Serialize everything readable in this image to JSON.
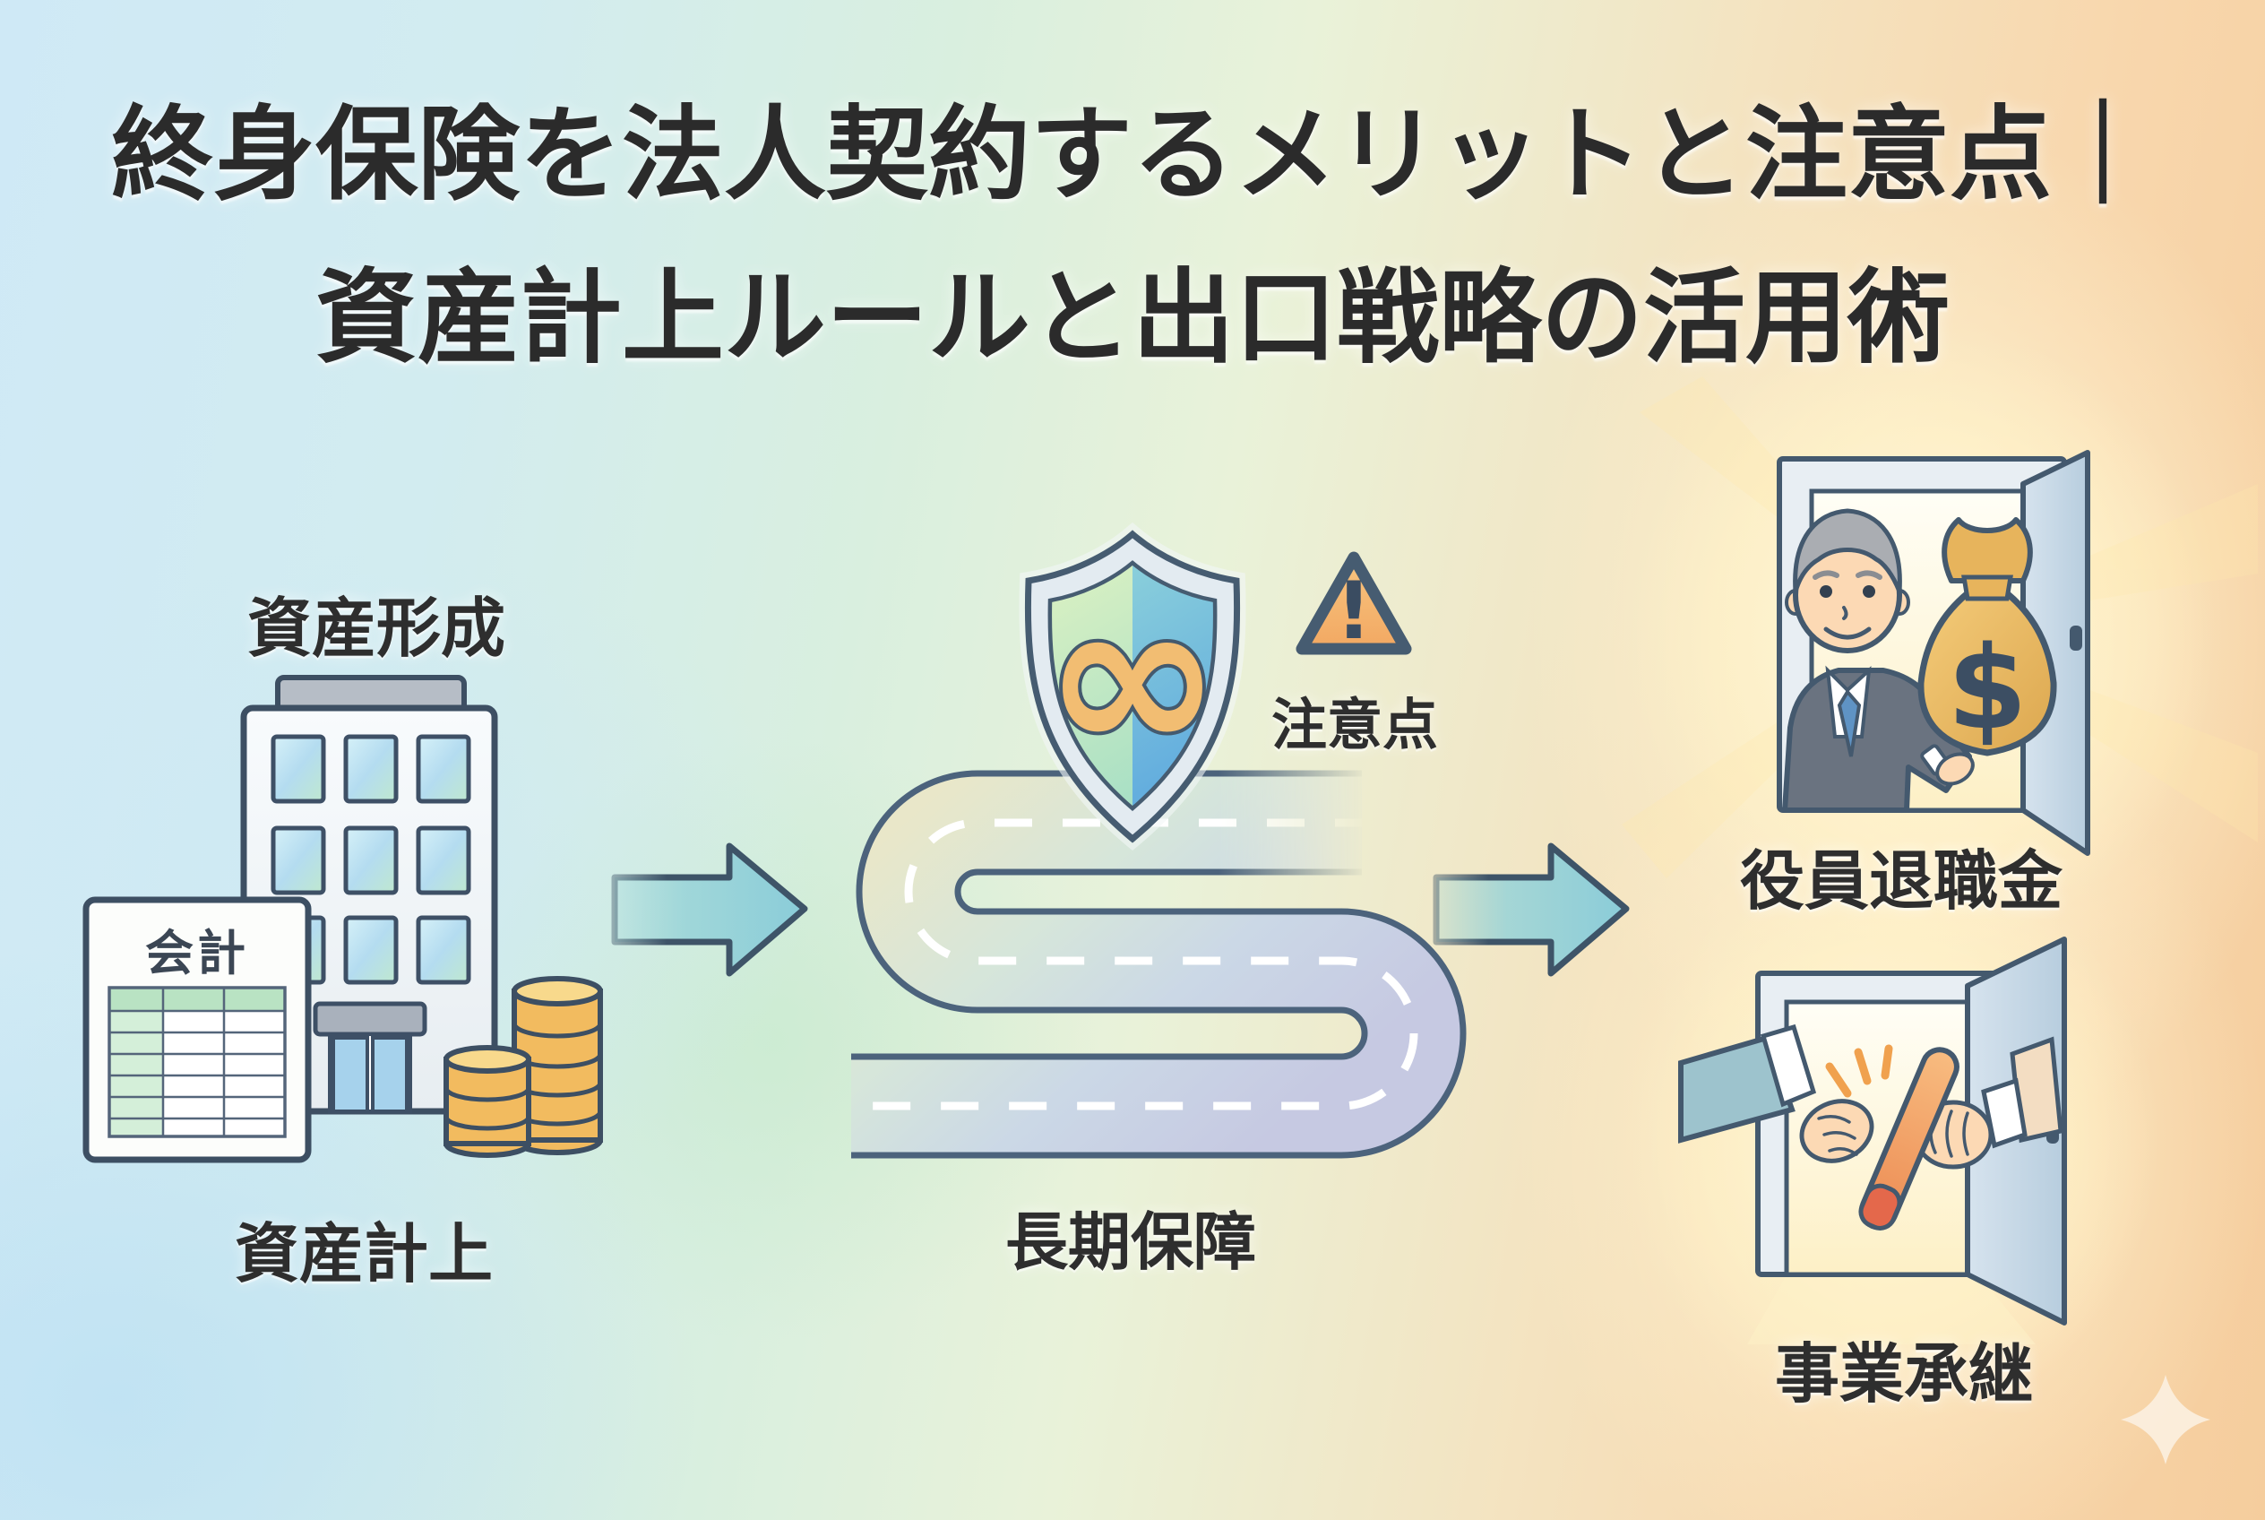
{
  "title": {
    "line1": "終身保険を法人契約するメリットと注意点｜",
    "line2": "資産計上ルールと出口戦略の活用術"
  },
  "asset": {
    "label_top": "資産形成",
    "label_bottom": "資産計上",
    "document_title": "会計"
  },
  "protection": {
    "caution_label": "注意点",
    "caution_mark": "!",
    "infinity_mark": "∞",
    "label": "長期保障"
  },
  "exit": {
    "retirement_label": "役員退職金",
    "succession_label": "事業承継",
    "dollar_mark": "$"
  },
  "colors": {
    "title_text": "#2b2b2b",
    "outline_slate": "#44596e",
    "arrow_teal": "#8ecfd4",
    "coin_gold": "#f2bb5f",
    "warning_orange": "#f5b268",
    "shield_green": "#cdeabc",
    "shield_blue": "#6fb9dc",
    "road_lavender": "#c6c9e2",
    "baton_orange": "#ef9a5d",
    "glow_yellow": "#fff7d9"
  }
}
